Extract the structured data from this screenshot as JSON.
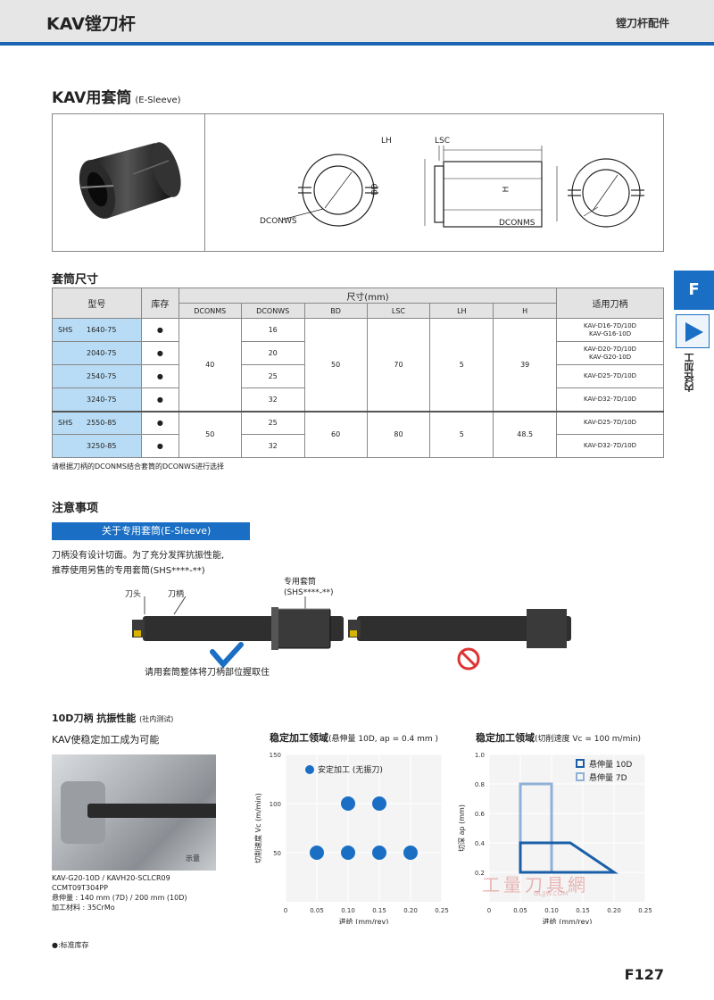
{
  "header": {
    "title": "KAV镗刀杆",
    "right": "镗刀杆配件"
  },
  "section": {
    "title": "KAV用套筒",
    "subtitle": "(E-Sleeve)"
  },
  "drawing": {
    "labels": {
      "lh": "LH",
      "lsc": "LSC",
      "bd": "BD",
      "h": "H",
      "dconms": "DCONMS",
      "dconws": "DCONWS"
    }
  },
  "dims": {
    "title": "套筒尺寸",
    "headers": {
      "model": "型号",
      "stock": "库存",
      "size": "尺寸(mm)",
      "holder": "适用刀柄",
      "cols": [
        "DCONMS",
        "DCONWS",
        "BD",
        "LSC",
        "LH",
        "H"
      ]
    },
    "groups": [
      {
        "series": "SHS",
        "dconms": "40",
        "bd": "50",
        "lsc": "70",
        "lh": "5",
        "h": "39",
        "rows": [
          {
            "code": "1640-75",
            "stock": "●",
            "dconws": "16",
            "holder": [
              "KAV-D16-7D/10D",
              "KAV-G16-10D"
            ]
          },
          {
            "code": "2040-75",
            "stock": "●",
            "dconws": "20",
            "holder": [
              "KAV-D20-7D/10D",
              "KAV-G20-10D"
            ]
          },
          {
            "code": "2540-75",
            "stock": "●",
            "dconws": "25",
            "holder": [
              "KAV-D25-7D/10D"
            ]
          },
          {
            "code": "3240-75",
            "stock": "●",
            "dconws": "32",
            "holder": [
              "KAV-D32-7D/10D"
            ]
          }
        ]
      },
      {
        "series": "SHS",
        "dconms": "50",
        "bd": "60",
        "lsc": "80",
        "lh": "5",
        "h": "48.5",
        "rows": [
          {
            "code": "2550-85",
            "stock": "●",
            "dconws": "25",
            "holder": [
              "KAV-D25-7D/10D"
            ]
          },
          {
            "code": "3250-85",
            "stock": "●",
            "dconws": "32",
            "holder": [
              "KAV-D32-7D/10D"
            ]
          }
        ]
      }
    ],
    "note": "请根据刀柄的DCONMS结合套筒的DCONWS进行选择"
  },
  "notice": {
    "title": "注意事项",
    "tag": "关于专用套筒(E-Sleeve)",
    "lines": [
      "刀柄没有设计切面。为了充分发挥抗振性能,",
      "推荐使用另售的专用套筒(SHS****-**)"
    ],
    "labels": {
      "head": "刀头",
      "shank": "刀柄",
      "sleeve1": "专用套筒",
      "sleeve2": "(SHS****-**)"
    },
    "caption": "请用套筒整体将刀柄部位握取住"
  },
  "vibration": {
    "title": "10D刀柄 抗振性能",
    "title_sub": "(社内测试)",
    "subtitle": "KAV使稳定加工成为可能",
    "photo_label": "示意",
    "spec": [
      "KAV-G20-10D / KAVH20-SCLCR09",
      "CCMT09T304PP",
      "悬伸量 : 140 mm (7D) / 200 mm (10D)",
      "加工材料 : 35CrMo"
    ]
  },
  "chart_data": [
    {
      "type": "scatter",
      "title": "稳定加工领域",
      "subtitle": "(悬伸量 10D, ap = 0.4 mm )",
      "xlabel": "进给 (mm/rev)",
      "ylabel": "切削速度 Vc (m/min)",
      "xlim": [
        0,
        0.25
      ],
      "ylim": [
        0,
        150
      ],
      "xticks": [
        "0",
        "0.05",
        "0.10",
        "0.15",
        "0.20",
        "0.25"
      ],
      "yticks": [
        "50",
        "100",
        "150"
      ],
      "legend": "安定加工 (无振刀)",
      "color": "#1a6fc4",
      "points": [
        [
          0.05,
          50
        ],
        [
          0.1,
          50
        ],
        [
          0.15,
          50
        ],
        [
          0.2,
          50
        ],
        [
          0.1,
          100
        ],
        [
          0.15,
          100
        ]
      ]
    },
    {
      "type": "area",
      "title": "稳定加工领域",
      "subtitle": "(切削速度 Vc = 100 m/min)",
      "xlabel": "进给 (mm/rev)",
      "ylabel": "切深 ap (mm)",
      "xlim": [
        0,
        0.25
      ],
      "ylim": [
        0,
        1.0
      ],
      "xticks": [
        "0",
        "0.05",
        "0.10",
        "0.15",
        "0.20",
        "0.25"
      ],
      "yticks": [
        "0.2",
        "0.4",
        "0.6",
        "0.8",
        "1.0"
      ],
      "series": [
        {
          "name": "悬伸量 10D",
          "color": "#1a5fa8",
          "polygon": [
            [
              0.05,
              0.2
            ],
            [
              0.05,
              0.4
            ],
            [
              0.1,
              0.4
            ],
            [
              0.13,
              0.4
            ],
            [
              0.2,
              0.2
            ]
          ]
        },
        {
          "name": "悬伸量 7D",
          "color": "#8fb1d8",
          "polygon": [
            [
              0.05,
              0.2
            ],
            [
              0.05,
              0.8
            ],
            [
              0.1,
              0.8
            ],
            [
              0.1,
              0.2
            ]
          ]
        }
      ]
    }
  ],
  "legend_note": "●:标准库存",
  "page": "F127",
  "side": {
    "tab": "F",
    "label": "内径加工"
  },
  "watermark": {
    "main": "工量刀具網",
    "sub": "GLJJW.COM"
  }
}
